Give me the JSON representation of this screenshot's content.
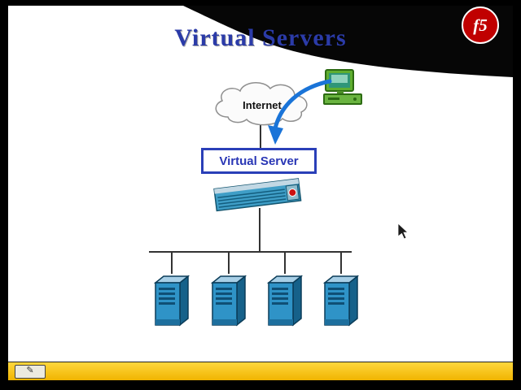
{
  "window": {
    "background": "#000000",
    "slide_background": "#ffffff"
  },
  "title": {
    "text": "Virtual Servers"
  },
  "logo": {
    "text": "f5",
    "color": "#c00000"
  },
  "diagram": {
    "internet_label": "Internet",
    "virtual_server_label": "Virtual Server",
    "backend_server_count": 4,
    "topology": "internet-cloud -> virtual-server appliance -> bus -> 4 backend servers"
  },
  "toolbar": {
    "pencil_icon": "✎"
  },
  "colors": {
    "accent_blue": "#2a3fb8",
    "arrow_blue": "#1a74d8",
    "server_blue": "#2f93c7",
    "yellow_bar": "#ffcc00",
    "logo_red": "#c00000"
  }
}
